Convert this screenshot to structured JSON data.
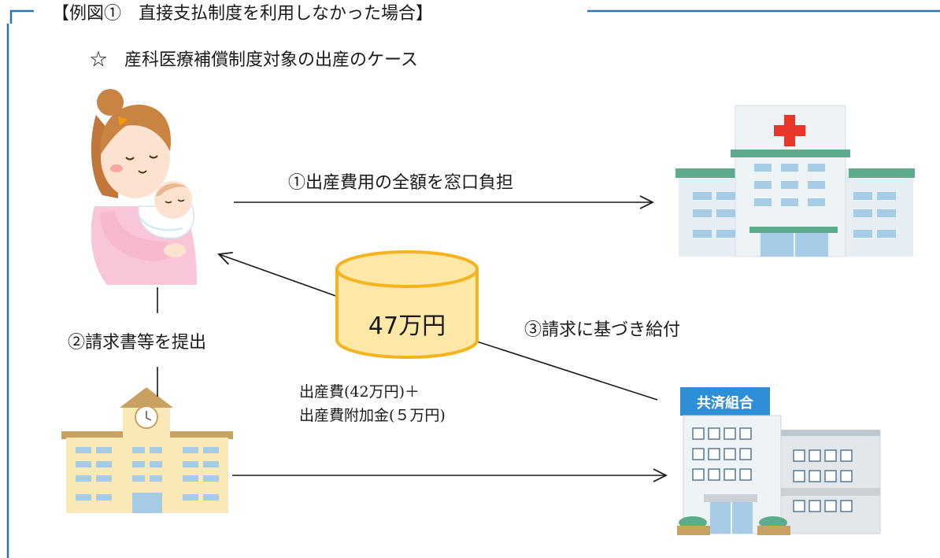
{
  "frame": {
    "title": "【例図①　直接支払制度を利用しなかった場合】",
    "subtitle": "☆　産科医療補償制度対象の出産のケース",
    "border_color": "#2e75b6"
  },
  "flows": {
    "step1": "①出産費用の全額を窓口負担",
    "step2": "②請求書等を提出",
    "step3": "③請求に基づき給付"
  },
  "benefit": {
    "amount": "47万円",
    "breakdown_line1": "出産費(42万円)＋",
    "breakdown_line2": "出産費附加金(５万円)",
    "cylinder_fill": "#fde8a8",
    "cylinder_stroke": "#f5b41f"
  },
  "entities": {
    "mother_icon": "mother-with-baby-icon",
    "hospital_icon": "hospital-icon",
    "office_icon": "school-office-icon",
    "union_icon": "union-building-icon",
    "union_sign": "共済組合"
  }
}
